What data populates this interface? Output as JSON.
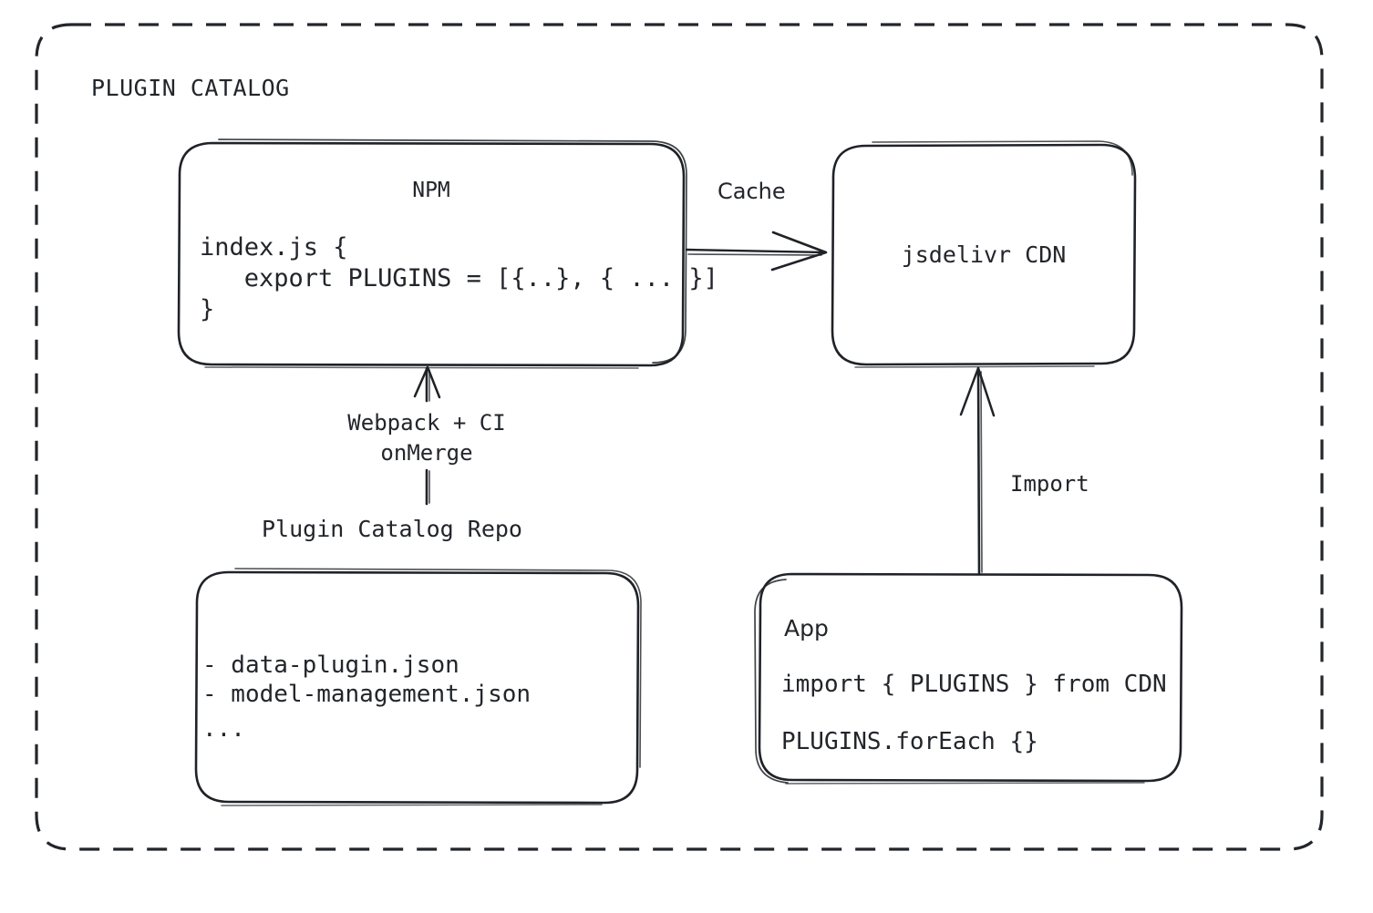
{
  "diagram": {
    "group": {
      "title": "PLUGIN CATALOG",
      "border_style": "dashed",
      "color": "#22252a"
    },
    "background": "#ffffff",
    "stroke_color": "#1f2227",
    "nodes": [
      {
        "id": "npm",
        "title": "NPM",
        "title_font": "mono",
        "code_lines": [
          "index.js {",
          "   export PLUGINS = [{..}, { ... }]",
          "}"
        ]
      },
      {
        "id": "cdn",
        "title": "jsdelivr CDN",
        "title_font": "mono"
      },
      {
        "id": "repo",
        "caption": "Plugin Catalog Repo",
        "code_lines": [
          "- data-plugin.json",
          "- model-management.json",
          "..."
        ]
      },
      {
        "id": "app",
        "title": "App",
        "title_font": "sans",
        "code_lines": [
          "import { PLUGINS } from CDN",
          "PLUGINS.forEach {}"
        ]
      }
    ],
    "edges": [
      {
        "id": "npm-to-cdn",
        "label": "Cache",
        "label_font": "sans",
        "from": "npm",
        "to": "cdn",
        "direction": "right"
      },
      {
        "id": "repo-to-npm",
        "label_line1": "Webpack + CI",
        "label_line2": "onMerge",
        "label_font": "mono",
        "from": "repo",
        "to": "npm",
        "direction": "up"
      },
      {
        "id": "app-to-cdn",
        "label": "Import",
        "label_font": "mono",
        "from": "app",
        "to": "cdn",
        "direction": "up"
      }
    ]
  }
}
